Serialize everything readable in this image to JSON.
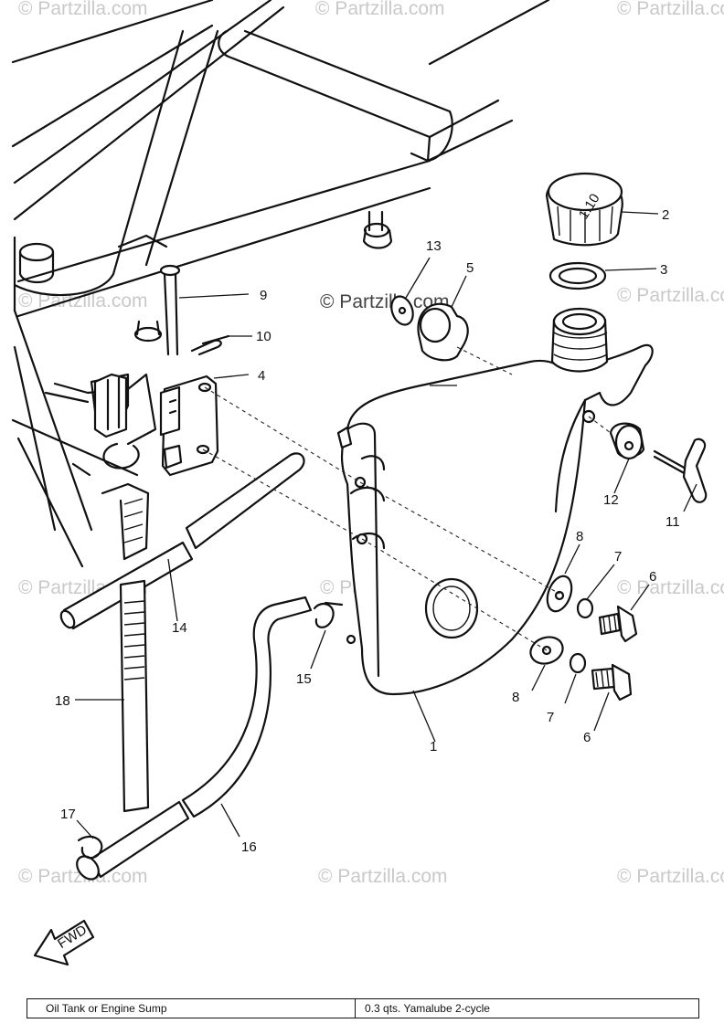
{
  "watermark": {
    "text": "© Partzilla.com"
  },
  "callouts": {
    "c1": "1",
    "c2": "2",
    "c3": "3",
    "c4": "4",
    "c5": "5",
    "c6a": "6",
    "c6b": "6",
    "c7a": "7",
    "c7b": "7",
    "c8a": "8",
    "c8b": "8",
    "c9": "9",
    "c10": "10",
    "c11": "11",
    "c12": "12",
    "c13": "13",
    "c14": "14",
    "c15": "15",
    "c16": "16",
    "c17": "17",
    "c18": "18"
  },
  "cap_text": "1.10",
  "fwd_label": "FWD",
  "spec_table": {
    "item": "Oil Tank or Engine Sump",
    "capacity": "0.3 qts. Yamalube 2-cycle"
  }
}
